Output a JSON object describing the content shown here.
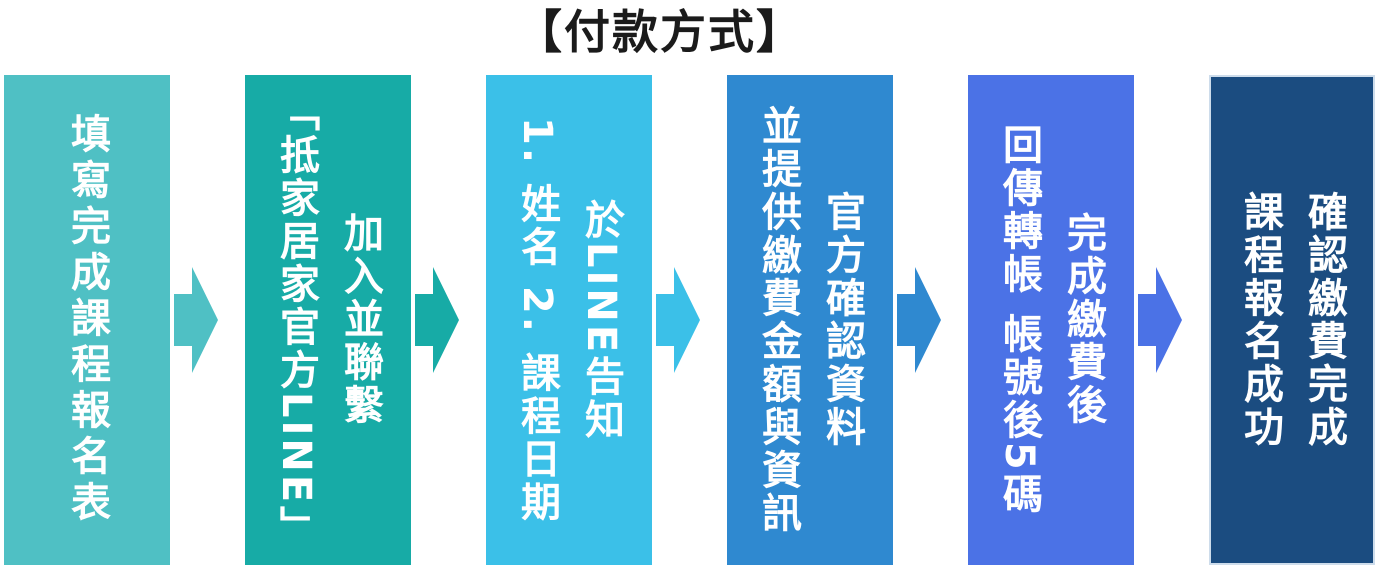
{
  "title": "【付款方式】",
  "colors": {
    "background": "#ffffff",
    "title_text": "#1b1b1b",
    "step_text": "#ffffff",
    "step1": "#4fc0c4",
    "step2": "#17aba6",
    "step3": "#3bc0e8",
    "step4": "#2f89d0",
    "step5": "#4b72e6",
    "step6": "#1b4c80",
    "step6_border": "#cddceb"
  },
  "steps": [
    {
      "id": 1,
      "color": "#4fc0c4",
      "columns": [
        "填寫完成課程報名表"
      ]
    },
    {
      "id": 2,
      "color": "#17aba6",
      "columns": [
        "加入並聯繫",
        "「抵家居家官方LINE」"
      ]
    },
    {
      "id": 3,
      "color": "#3bc0e8",
      "columns": [
        "於LINE告知",
        "1. 姓名 2. 課程日期"
      ]
    },
    {
      "id": 4,
      "color": "#2f89d0",
      "columns": [
        "官方確認資料",
        "並提供繳費金額與資訊"
      ]
    },
    {
      "id": 5,
      "color": "#4b72e6",
      "columns": [
        "完成繳費後",
        "回傳轉帳 帳號後5碼"
      ]
    },
    {
      "id": 6,
      "color": "#1b4c80",
      "columns": [
        "確認繳費完成",
        "課程報名成功"
      ]
    }
  ],
  "arrows": [
    {
      "from_step": 1,
      "to_step": 2,
      "color": "#4fc0c4"
    },
    {
      "from_step": 2,
      "to_step": 3,
      "color": "#17aba6"
    },
    {
      "from_step": 3,
      "to_step": 4,
      "color": "#3bc0e8"
    },
    {
      "from_step": 4,
      "to_step": 5,
      "color": "#2f89d0"
    },
    {
      "from_step": 5,
      "to_step": 6,
      "color": "#4b72e6"
    }
  ]
}
